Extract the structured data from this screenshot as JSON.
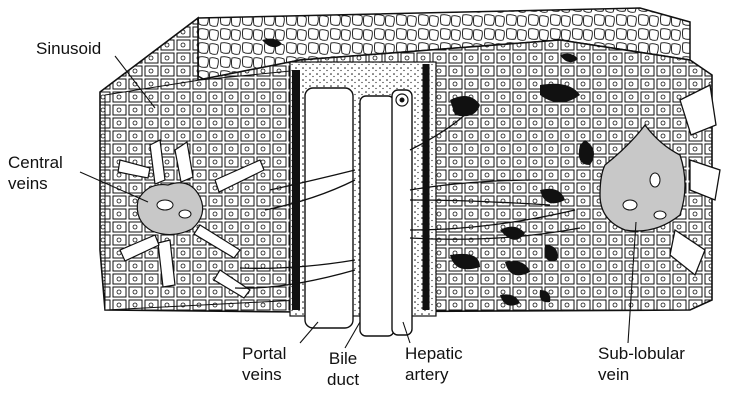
{
  "labels": {
    "sinusoid": "Sinusoid",
    "central_veins": [
      "Central",
      "veins"
    ],
    "portal_veins": [
      "Portal",
      "veins"
    ],
    "bile_duct": [
      "Bile",
      "duct"
    ],
    "hepatic_artery": [
      "Hepatic",
      "artery"
    ],
    "sub_lobular_vein": [
      "Sub-lobular",
      "vein"
    ]
  },
  "colors": {
    "ink": "#111111",
    "vein_fill": "#c8c8c8",
    "dark_fill": "#111111",
    "paper": "#ffffff"
  }
}
